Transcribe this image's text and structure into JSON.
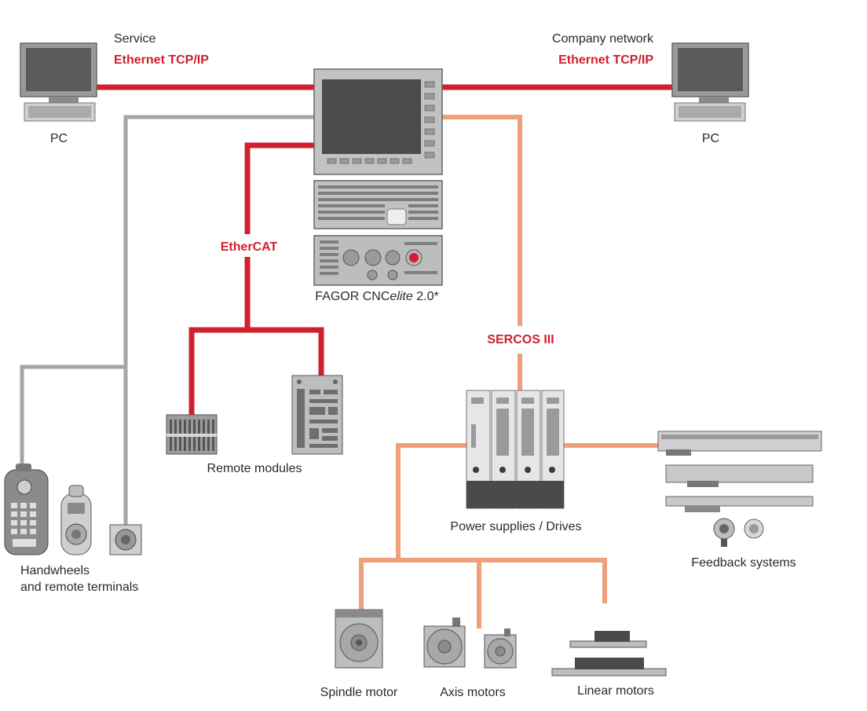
{
  "labels": {
    "service": "Service",
    "ethernet_left": "Ethernet TCP/IP",
    "company_network": "Company network",
    "ethernet_right": "Ethernet TCP/IP",
    "pc_left": "PC",
    "pc_right": "PC",
    "ethercat": "EtherCAT",
    "cnc_name_prefix": "FAGOR CNC",
    "cnc_name_italic": "elite",
    "cnc_name_suffix": " 2.0*",
    "sercos": "SERCOS III",
    "remote_modules": "Remote modules",
    "power_supplies": "Power supplies / Drives",
    "feedback": "Feedback systems",
    "handwheels_line1": "Handwheels",
    "handwheels_line2": "and remote terminals",
    "spindle_motor": "Spindle motor",
    "axis_motors": "Axis motors",
    "linear_motors": "Linear motors"
  },
  "colors": {
    "ethernet": "#d0202e",
    "ethercat": "#d0202e",
    "sercos": "#eda07a",
    "handwheel_bus": "#a7a4a6",
    "device_grey": "#8e8e8e",
    "label_red": "#cf1f2e"
  }
}
